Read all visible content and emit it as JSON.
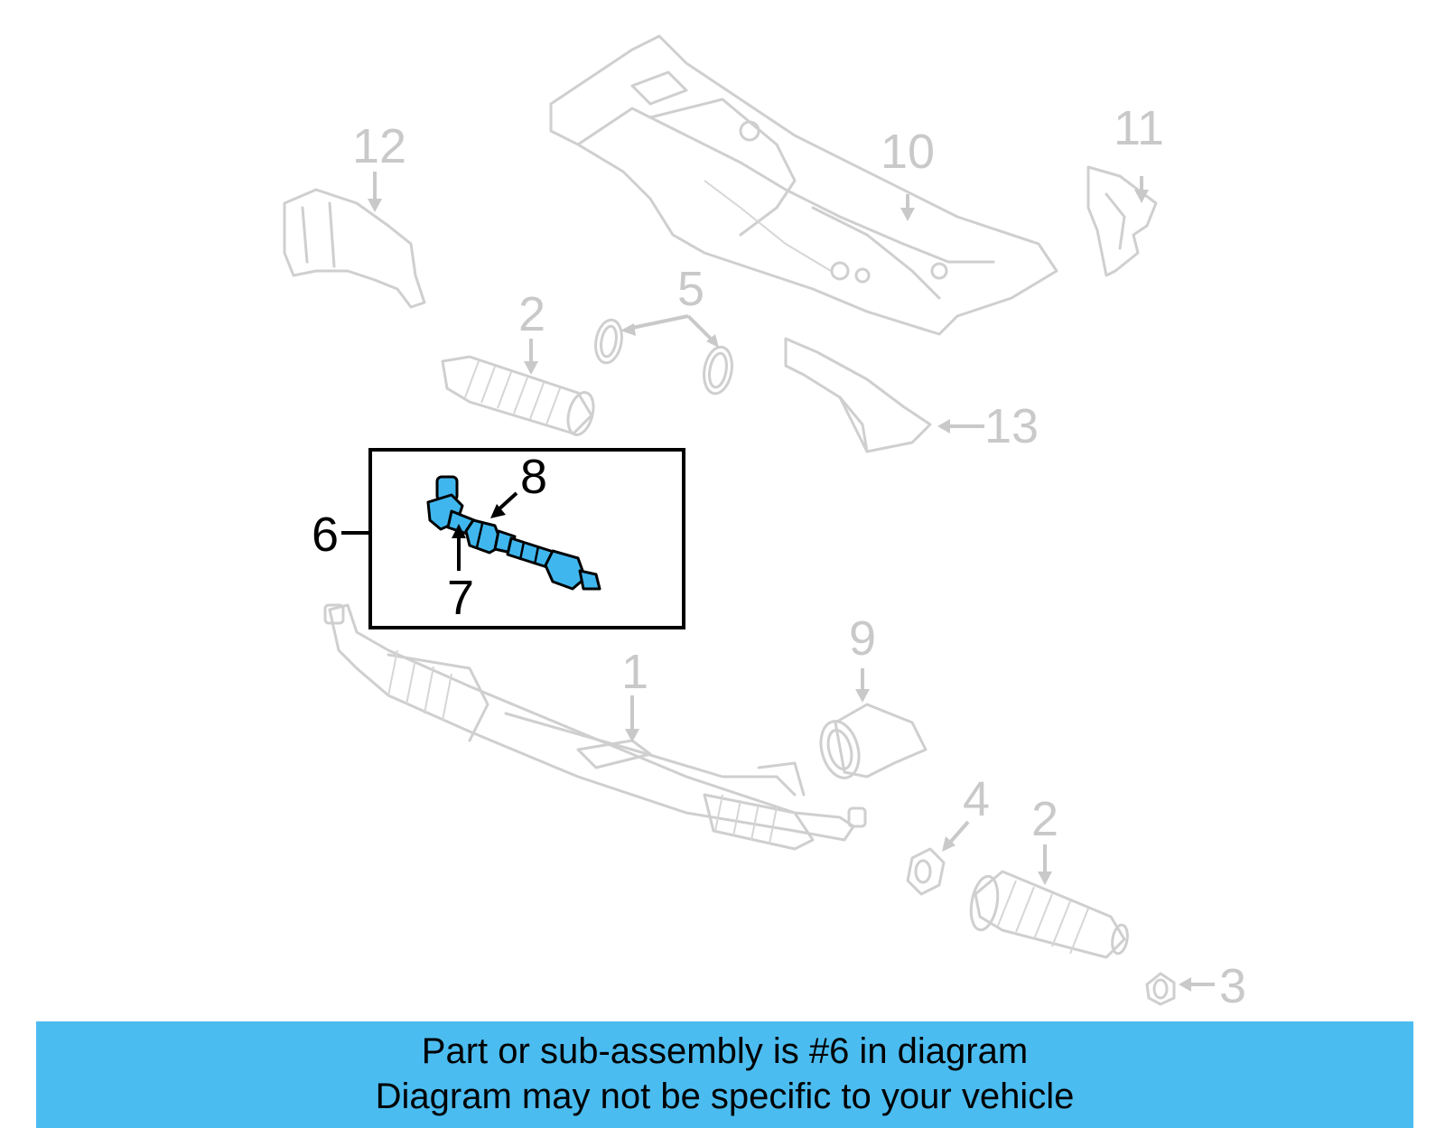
{
  "diagram": {
    "callouts": {
      "c1": "1",
      "c2a": "2",
      "c2b": "2",
      "c3": "3",
      "c4": "4",
      "c5": "5",
      "c6": "6",
      "c7": "7",
      "c8": "8",
      "c9": "9",
      "c10": "10",
      "c11": "11",
      "c12": "12",
      "c13": "13"
    },
    "colors": {
      "highlight": "#3fb7ee",
      "ghost_part": "#cfcfcf",
      "banner": "#4bbcf0"
    }
  },
  "banner": {
    "line1": "Part or sub-assembly is #6 in diagram",
    "line2": "Diagram may not be specific to your vehicle"
  }
}
